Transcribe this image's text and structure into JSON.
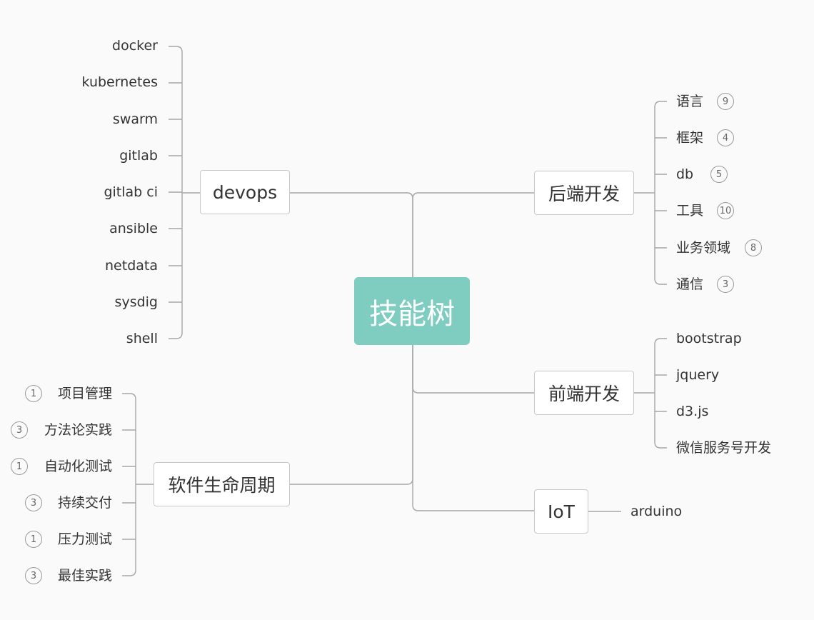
{
  "root": {
    "label": "技能树"
  },
  "devops": {
    "label": "devops",
    "children": [
      {
        "label": "docker"
      },
      {
        "label": "kubernetes"
      },
      {
        "label": "swarm"
      },
      {
        "label": "gitlab"
      },
      {
        "label": "gitlab ci"
      },
      {
        "label": "ansible"
      },
      {
        "label": "netdata"
      },
      {
        "label": "sysdig"
      },
      {
        "label": "shell"
      }
    ]
  },
  "lifecycle": {
    "label": "软件生命周期",
    "children": [
      {
        "label": "项目管理",
        "count": "1"
      },
      {
        "label": "方法论实践",
        "count": "3"
      },
      {
        "label": "自动化测试",
        "count": "1"
      },
      {
        "label": "持续交付",
        "count": "3"
      },
      {
        "label": "压力测试",
        "count": "1"
      },
      {
        "label": "最佳实践",
        "count": "3"
      }
    ]
  },
  "backend": {
    "label": "后端开发",
    "children": [
      {
        "label": "语言",
        "count": "9"
      },
      {
        "label": "框架",
        "count": "4"
      },
      {
        "label": "db",
        "count": "5"
      },
      {
        "label": "工具",
        "count": "10"
      },
      {
        "label": "业务领域",
        "count": "8"
      },
      {
        "label": "通信",
        "count": "3"
      }
    ]
  },
  "frontend": {
    "label": "前端开发",
    "children": [
      {
        "label": "bootstrap"
      },
      {
        "label": "jquery"
      },
      {
        "label": "d3.js"
      },
      {
        "label": "微信服务号开发"
      }
    ]
  },
  "iot": {
    "label": "IoT",
    "children": [
      {
        "label": "arduino"
      }
    ]
  },
  "colors": {
    "root_fill": "#7ecdc0",
    "line": "#a6a6a6",
    "node_border": "#c8c8c8"
  }
}
